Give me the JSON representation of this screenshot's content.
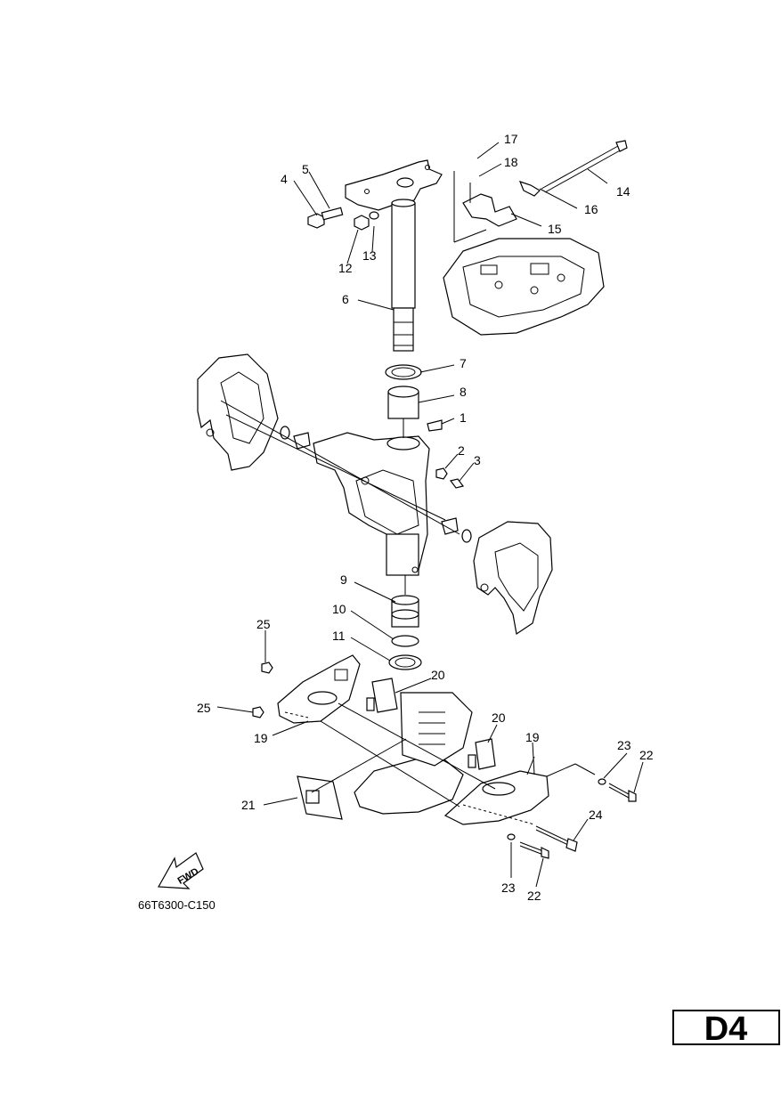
{
  "diagram": {
    "diagram_code": "66T6300-C150",
    "page_label": "D4",
    "fwd_label": "FWD",
    "callouts": [
      {
        "id": "1",
        "label": "1"
      },
      {
        "id": "2",
        "label": "2"
      },
      {
        "id": "3",
        "label": "3"
      },
      {
        "id": "4",
        "label": "4"
      },
      {
        "id": "5",
        "label": "5"
      },
      {
        "id": "6",
        "label": "6"
      },
      {
        "id": "7",
        "label": "7"
      },
      {
        "id": "8",
        "label": "8"
      },
      {
        "id": "9",
        "label": "9"
      },
      {
        "id": "10",
        "label": "10"
      },
      {
        "id": "11",
        "label": "11"
      },
      {
        "id": "12",
        "label": "12"
      },
      {
        "id": "13",
        "label": "13"
      },
      {
        "id": "14",
        "label": "14"
      },
      {
        "id": "15",
        "label": "15"
      },
      {
        "id": "16",
        "label": "16"
      },
      {
        "id": "17",
        "label": "17"
      },
      {
        "id": "18",
        "label": "18"
      },
      {
        "id": "19a",
        "label": "19"
      },
      {
        "id": "19b",
        "label": "19"
      },
      {
        "id": "20a",
        "label": "20"
      },
      {
        "id": "20b",
        "label": "20"
      },
      {
        "id": "21",
        "label": "21"
      },
      {
        "id": "22a",
        "label": "22"
      },
      {
        "id": "22b",
        "label": "22"
      },
      {
        "id": "23a",
        "label": "23"
      },
      {
        "id": "23b",
        "label": "23"
      },
      {
        "id": "24",
        "label": "24"
      },
      {
        "id": "25a",
        "label": "25"
      },
      {
        "id": "25b",
        "label": "25"
      }
    ]
  }
}
